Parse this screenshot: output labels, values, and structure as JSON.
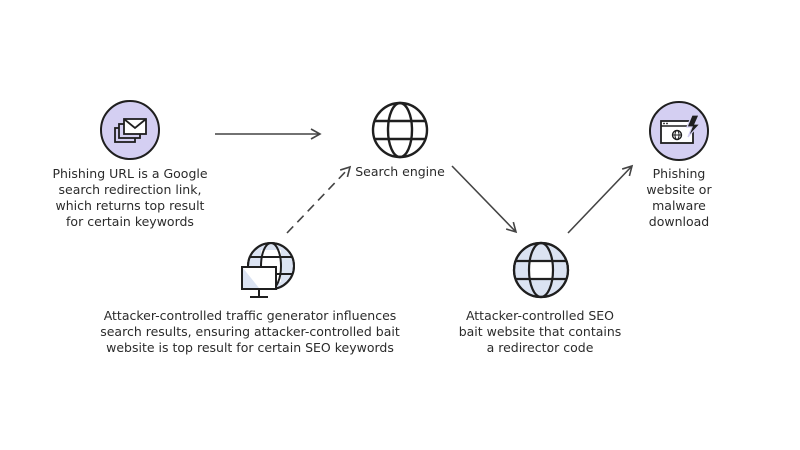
{
  "diagram": {
    "type": "attack-flow",
    "colors": {
      "accent_fill": "#d4cff2",
      "globe_fill": "#dbe3f2",
      "stroke": "#1f1f1f",
      "arrow": "#444444",
      "text": "#2b2b2b"
    },
    "nodes": [
      {
        "id": "phishing-url",
        "icon": "email-stack-icon",
        "label_lines": [
          "Phishing URL is a Google",
          "search redirection link,",
          "which returns top result",
          "for certain keywords"
        ]
      },
      {
        "id": "search-engine",
        "icon": "globe-icon",
        "label_lines": [
          "Search engine"
        ]
      },
      {
        "id": "traffic-generator",
        "icon": "globe-monitor-icon",
        "label_lines": [
          "Attacker-controlled traffic generator influences",
          "search results, ensuring attacker-controlled bait",
          "website is top result for certain SEO keywords"
        ]
      },
      {
        "id": "seo-bait-website",
        "icon": "globe-icon",
        "label_lines": [
          "Attacker-controlled SEO",
          "bait website that contains",
          "a redirector code"
        ]
      },
      {
        "id": "phishing-website",
        "icon": "browser-lightning-icon",
        "label_lines": [
          "Phishing",
          "website or",
          "malware",
          "download"
        ]
      }
    ],
    "edges": [
      {
        "from": "phishing-url",
        "to": "search-engine",
        "style": "solid"
      },
      {
        "from": "traffic-generator",
        "to": "search-engine",
        "style": "dashed"
      },
      {
        "from": "search-engine",
        "to": "seo-bait-website",
        "style": "solid"
      },
      {
        "from": "seo-bait-website",
        "to": "phishing-website",
        "style": "solid"
      }
    ]
  }
}
